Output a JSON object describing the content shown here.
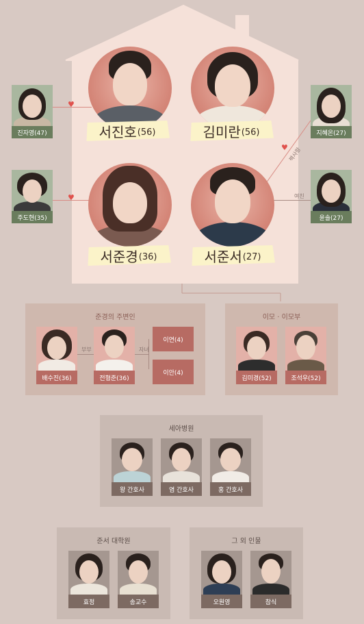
{
  "main": {
    "seo_jinho": {
      "name": "서진호",
      "age": "(56)"
    },
    "kim_miran": {
      "name": "김미란",
      "age": "(56)"
    },
    "seo_jungyeong": {
      "name": "서준경",
      "age": "(36)"
    },
    "seo_junseo": {
      "name": "서준서",
      "age": "(27)"
    }
  },
  "side": {
    "jin_jayeong": "진자영(47)",
    "ju_dohyeon": "주도현(35)",
    "ji_hyeon": "지혜온(27)",
    "yun_sol": "윤솔(27)"
  },
  "relations": {
    "crush": "짝사랑",
    "ex": "여친"
  },
  "groups": {
    "jungyeong_circle": {
      "title": "준경의 주변인",
      "couple": "부부",
      "children": "자녀",
      "members": [
        "배수진(36)",
        "전형준(36)"
      ],
      "kids": [
        "이연(4)",
        "이안(4)"
      ]
    },
    "aunt_uncle": {
      "title": "이모 · 이모부",
      "members": [
        "김미경(52)",
        "조석우(52)"
      ]
    },
    "hospital": {
      "title": "세아병원",
      "members": [
        "왕 간호사",
        "염 간호사",
        "홍 간호사"
      ]
    },
    "grad_school": {
      "title": "준서 대학원",
      "members": [
        "효정",
        "송교수"
      ]
    },
    "others": {
      "title": "그 외 인물",
      "members": [
        "오원영",
        "참식"
      ]
    }
  },
  "colors": {
    "background": "#d8c9c3",
    "house": "#f5e1d9",
    "name_banner": "#fbf3c9",
    "heart": "#e0524d",
    "side_label": "#6a7d5d",
    "pink_label": "#b76b63",
    "gray_label": "#7d6a62"
  }
}
